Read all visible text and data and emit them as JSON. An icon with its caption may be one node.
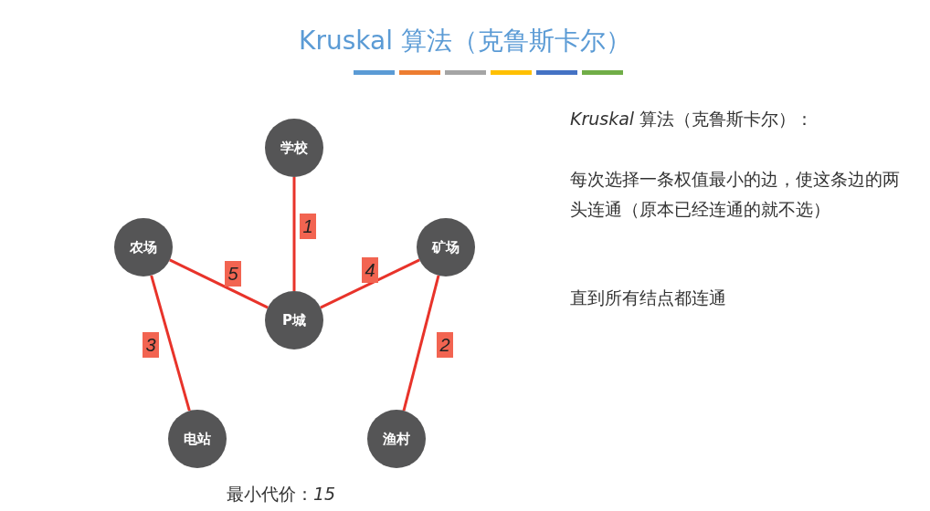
{
  "diagram": {
    "title": "Kruskal 算法（克鲁斯卡尔）",
    "nodes": [
      {
        "text": [
          "学校"
        ]
      },
      {
        "text": [
          "农场"
        ]
      },
      {
        "text": [
          "矿场"
        ]
      },
      {
        "text": [
          "P城"
        ]
      },
      {
        "text": [
          "电站"
        ]
      },
      {
        "text": [
          "渔村"
        ]
      }
    ],
    "edges": [
      {
        "from": 0,
        "to": 3,
        "arrow": "none",
        "label": "1"
      },
      {
        "from": 2,
        "to": 5,
        "arrow": "none",
        "label": "2"
      },
      {
        "from": 1,
        "to": 4,
        "arrow": "none",
        "label": "3"
      },
      {
        "from": 2,
        "to": 3,
        "arrow": "none",
        "label": "4"
      },
      {
        "from": 1,
        "to": 3,
        "arrow": "none",
        "label": "5"
      }
    ],
    "labels": [
      "*Kruskal* 算法（克鲁斯卡尔）：",
      "每次选择一条权值最小的边，使这条边的两头连通（原本已经连通的就不选）",
      "直到所有结点都连通",
      "最小代价：*15*"
    ]
  }
}
